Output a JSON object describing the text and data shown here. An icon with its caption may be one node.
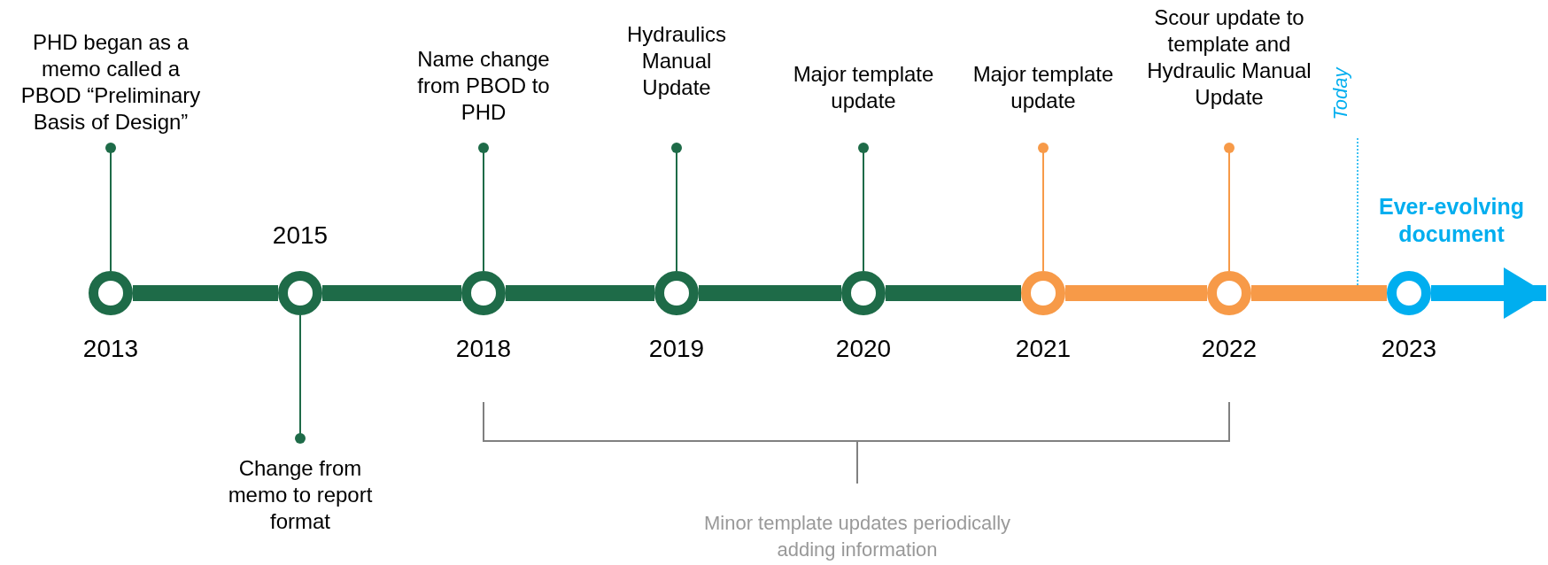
{
  "diagram": {
    "nodes": [
      {
        "text": [],
        "shape": "circle",
        "beside": [
          "2013"
        ]
      },
      {
        "text": [],
        "shape": "circle",
        "beside": [
          "2015"
        ]
      },
      {
        "text": [],
        "shape": "circle",
        "beside": [
          "2018"
        ]
      },
      {
        "text": [],
        "shape": "circle",
        "beside": [
          "2019"
        ]
      },
      {
        "text": [],
        "shape": "circle",
        "beside": [
          "2020"
        ]
      },
      {
        "text": [],
        "shape": "circle",
        "beside": [
          "2021"
        ]
      },
      {
        "text": [],
        "shape": "circle",
        "beside": [
          "2022"
        ]
      },
      {
        "text": [],
        "shape": "circle",
        "beside": [
          "2023"
        ]
      },
      {
        "text": [
          "PHD began as a memo called a PBOD “Preliminary Basis of Design”"
        ]
      },
      {
        "text": [
          "Change from memo to report format"
        ]
      },
      {
        "text": [
          "Name change from PBOD to PHD"
        ]
      },
      {
        "text": [
          "Hydraulics Manual Update"
        ]
      },
      {
        "text": [
          "Major template update"
        ]
      },
      {
        "text": [
          "Major template update"
        ]
      },
      {
        "text": [
          "Scour update to template and Hydraulic Manual Update"
        ]
      },
      {
        "text": [
          "Ever-evolving document"
        ]
      }
    ],
    "edges": [
      {
        "from": 0,
        "to": 1,
        "arrow": "none"
      },
      {
        "from": 1,
        "to": 2,
        "arrow": "none"
      },
      {
        "from": 2,
        "to": 3,
        "arrow": "none"
      },
      {
        "from": 3,
        "to": 4,
        "arrow": "none"
      },
      {
        "from": 4,
        "to": 5,
        "arrow": "none"
      },
      {
        "from": 5,
        "to": 6,
        "arrow": "none",
        "color": "#f79a48"
      },
      {
        "from": 6,
        "to": 7,
        "arrow": "none",
        "color": "#f79a48"
      },
      {
        "from": 7,
        "to": 15,
        "arrow": "to",
        "color": "#00aeef"
      },
      {
        "from": 8,
        "to": 0,
        "arrow": "other"
      },
      {
        "from": 9,
        "to": 1,
        "arrow": "other"
      },
      {
        "from": 10,
        "to": 2,
        "arrow": "other"
      },
      {
        "from": 11,
        "to": 3,
        "arrow": "other"
      },
      {
        "from": 12,
        "to": 4,
        "arrow": "other"
      },
      {
        "from": 13,
        "to": 5,
        "arrow": "other",
        "color": "#f79a48"
      },
      {
        "from": 14,
        "to": 6,
        "arrow": "other",
        "color": "#f79a48"
      }
    ],
    "labels": [
      "Today",
      "Minor template updates periodically adding information"
    ]
  }
}
